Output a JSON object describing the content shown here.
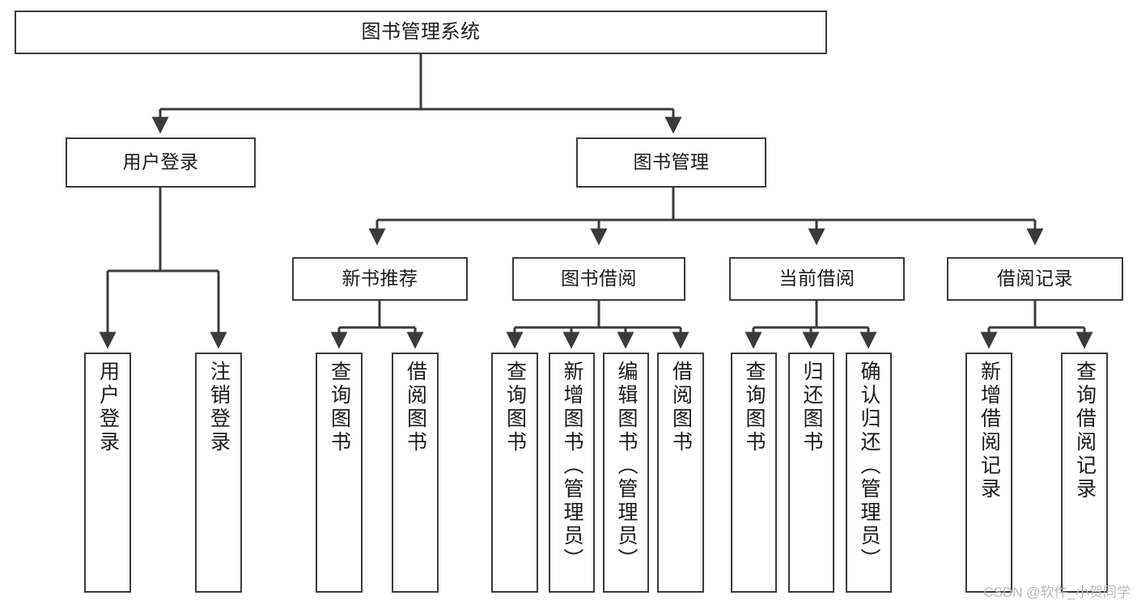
{
  "diagram": {
    "kind": "tree-structure-chart",
    "title": "图书管理系统",
    "colors": {
      "background": "#ffffff",
      "box_border": "#3b3b3b",
      "box_fill": "#ffffff",
      "text": "#1b1b1b",
      "connector": "#3b3b3b",
      "watermark": "#b9b9b9"
    },
    "root": {
      "label": "图书管理系统"
    },
    "level2": [
      {
        "label": "用户登录"
      },
      {
        "label": "图书管理"
      }
    ],
    "level3": [
      {
        "label": "新书推荐"
      },
      {
        "label": "图书借阅"
      },
      {
        "label": "当前借阅"
      },
      {
        "label": "借阅记录"
      }
    ],
    "leaves": {
      "user_login": [
        {
          "label": "用户登录"
        },
        {
          "label": "注销登录"
        }
      ],
      "new_book_recommend": [
        {
          "label": "查询图书"
        },
        {
          "label": "借阅图书"
        }
      ],
      "book_borrow": [
        {
          "label": "查询图书"
        },
        {
          "label": "新增图书（管理员）"
        },
        {
          "label": "编辑图书（管理员）"
        },
        {
          "label": "借阅图书"
        }
      ],
      "current_borrow": [
        {
          "label": "查询图书"
        },
        {
          "label": "归还图书"
        },
        {
          "label": "确认归还（管理员）"
        }
      ],
      "borrow_record": [
        {
          "label": "新增借阅记录"
        },
        {
          "label": "查询借阅记录"
        }
      ]
    }
  },
  "watermark": {
    "text": "CSDN @软件_小贺同学"
  }
}
